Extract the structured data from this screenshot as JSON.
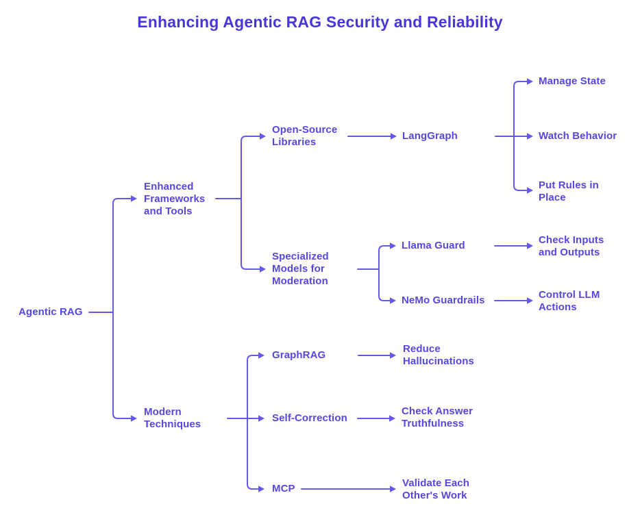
{
  "title": "Enhancing Agentic RAG Security and Reliability",
  "colors": {
    "title_text": "#4837d8",
    "node_text": "#5646e2",
    "connector": "#6557e9",
    "background": "#ffffff"
  },
  "mindmap": {
    "root": {
      "label": "Agentic RAG"
    },
    "branches": [
      {
        "label": "Enhanced Frameworks and Tools",
        "children": [
          {
            "label": "Open-Source Libraries",
            "children": [
              {
                "label": "LangGraph",
                "children": [
                  {
                    "label": "Manage State"
                  },
                  {
                    "label": "Watch Behavior"
                  },
                  {
                    "label": "Put Rules in Place"
                  }
                ]
              }
            ]
          },
          {
            "label": "Specialized Models for Moderation",
            "children": [
              {
                "label": "Llama Guard",
                "children": [
                  {
                    "label": "Check Inputs and Outputs"
                  }
                ]
              },
              {
                "label": "NeMo Guardrails",
                "children": [
                  {
                    "label": "Control LLM Actions"
                  }
                ]
              }
            ]
          }
        ]
      },
      {
        "label": "Modern Techniques",
        "children": [
          {
            "label": "GraphRAG",
            "children": [
              {
                "label": "Reduce Hallucinations"
              }
            ]
          },
          {
            "label": "Self-Correction",
            "children": [
              {
                "label": "Check Answer Truthfulness"
              }
            ]
          },
          {
            "label": "MCP",
            "children": [
              {
                "label": "Validate Each Other's Work"
              }
            ]
          }
        ]
      }
    ]
  }
}
